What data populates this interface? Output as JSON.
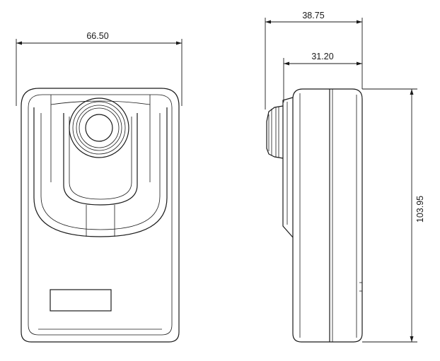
{
  "dimensions": {
    "front_width": "66.50",
    "side_depth_total": "38.75",
    "side_depth_body": "31.20",
    "height": "103.95"
  }
}
